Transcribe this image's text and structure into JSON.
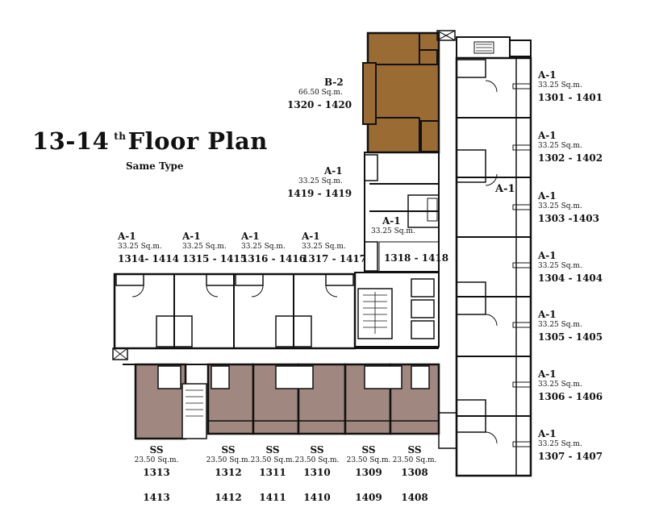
{
  "title": {
    "main_prefix": "13-14",
    "sup": "th",
    "main_suffix": "Floor Plan",
    "subtitle": "Same Type"
  },
  "units": {
    "b2": {
      "type": "B-2",
      "area": "66.50 Sq.m.",
      "rooms": "1320 - 1420"
    },
    "a1_1419": {
      "type": "A-1",
      "area": "33.25 Sq.m.",
      "rooms": "1419 - 1419"
    },
    "a1_1318": {
      "type": "A-1",
      "area": "33.25 Sq.m.",
      "rooms": "1318 - 1418"
    },
    "a1_mid": {
      "type": "A-1"
    },
    "left_row": [
      {
        "type": "A-1",
        "area": "33.25 Sq.m.",
        "rooms": "1314- 1414"
      },
      {
        "type": "A-1",
        "area": "33.25 Sq.m.",
        "rooms": "1315 - 1415"
      },
      {
        "type": "A-1",
        "area": "33.25 Sq.m.",
        "rooms": "1316 - 1416"
      },
      {
        "type": "A-1",
        "area": "33.25 Sq.m.",
        "rooms": "1317 - 1417"
      }
    ],
    "right_col": [
      {
        "type": "A-1",
        "area": "33.25 Sq.m.",
        "rooms": "1301 - 1401"
      },
      {
        "type": "A-1",
        "area": "33.25 Sq.m.",
        "rooms": "1302 - 1402"
      },
      {
        "type": "A-1",
        "area": "33.25 Sq.m.",
        "rooms": "1303 -1403"
      },
      {
        "type": "A-1",
        "area": "33.25 Sq.m.",
        "rooms": "1304 - 1404"
      },
      {
        "type": "A-1",
        "area": "33.25 Sq.m.",
        "rooms": "1305 - 1405"
      },
      {
        "type": "A-1",
        "area": "33.25 Sq.m.",
        "rooms": "1306 - 1406"
      },
      {
        "type": "A-1",
        "area": "33.25 Sq.m.",
        "rooms": "1307 - 1407"
      }
    ],
    "ss_row": [
      {
        "type": "SS",
        "area": "23.50 Sq.m.",
        "room13": "1313",
        "room14": "1413"
      },
      {
        "type": "SS",
        "area": "23.50 Sq.m.",
        "room13": "1312",
        "room14": "1412"
      },
      {
        "type": "SS",
        "area": "23.50 Sq.m.",
        "room13": "1311",
        "room14": "1411"
      },
      {
        "type": "SS",
        "area": "23.50 Sq.m.",
        "room13": "1310",
        "room14": "1410"
      },
      {
        "type": "SS",
        "area": "23.50 Sq.m.",
        "room13": "1309",
        "room14": "1409"
      },
      {
        "type": "SS",
        "area": "23.50 Sq.m.",
        "room13": "1308",
        "room14": "1408"
      }
    ]
  },
  "colors": {
    "b2_fill": "#9a6c34",
    "ss_fill": "#a0877f",
    "wall": "#111111",
    "background": "#ffffff"
  }
}
